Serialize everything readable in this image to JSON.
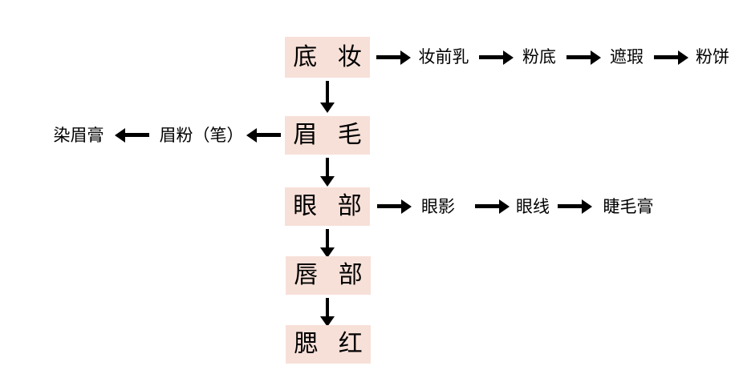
{
  "diagram": {
    "type": "flowchart",
    "title": "",
    "accent_color": "#f7e0d8",
    "text_color": "#000000",
    "background_color": "#ffffff",
    "stages": [
      {
        "id": "base",
        "label": "底 妆"
      },
      {
        "id": "brow",
        "label": "眉 毛"
      },
      {
        "id": "eye",
        "label": "眼 部"
      },
      {
        "id": "lip",
        "label": "唇 部"
      },
      {
        "id": "blush",
        "label": "腮 红"
      }
    ],
    "branches": {
      "base": [
        "妆前乳",
        "粉底",
        "遮瑕",
        "粉饼"
      ],
      "brow": [
        "眉粉（笔）",
        "染眉膏"
      ],
      "eye": [
        "眼影",
        "眼线",
        "睫毛膏"
      ]
    },
    "arrows": {
      "right": "arrow-right-icon",
      "left": "arrow-left-icon",
      "down": "arrow-down-icon"
    }
  }
}
